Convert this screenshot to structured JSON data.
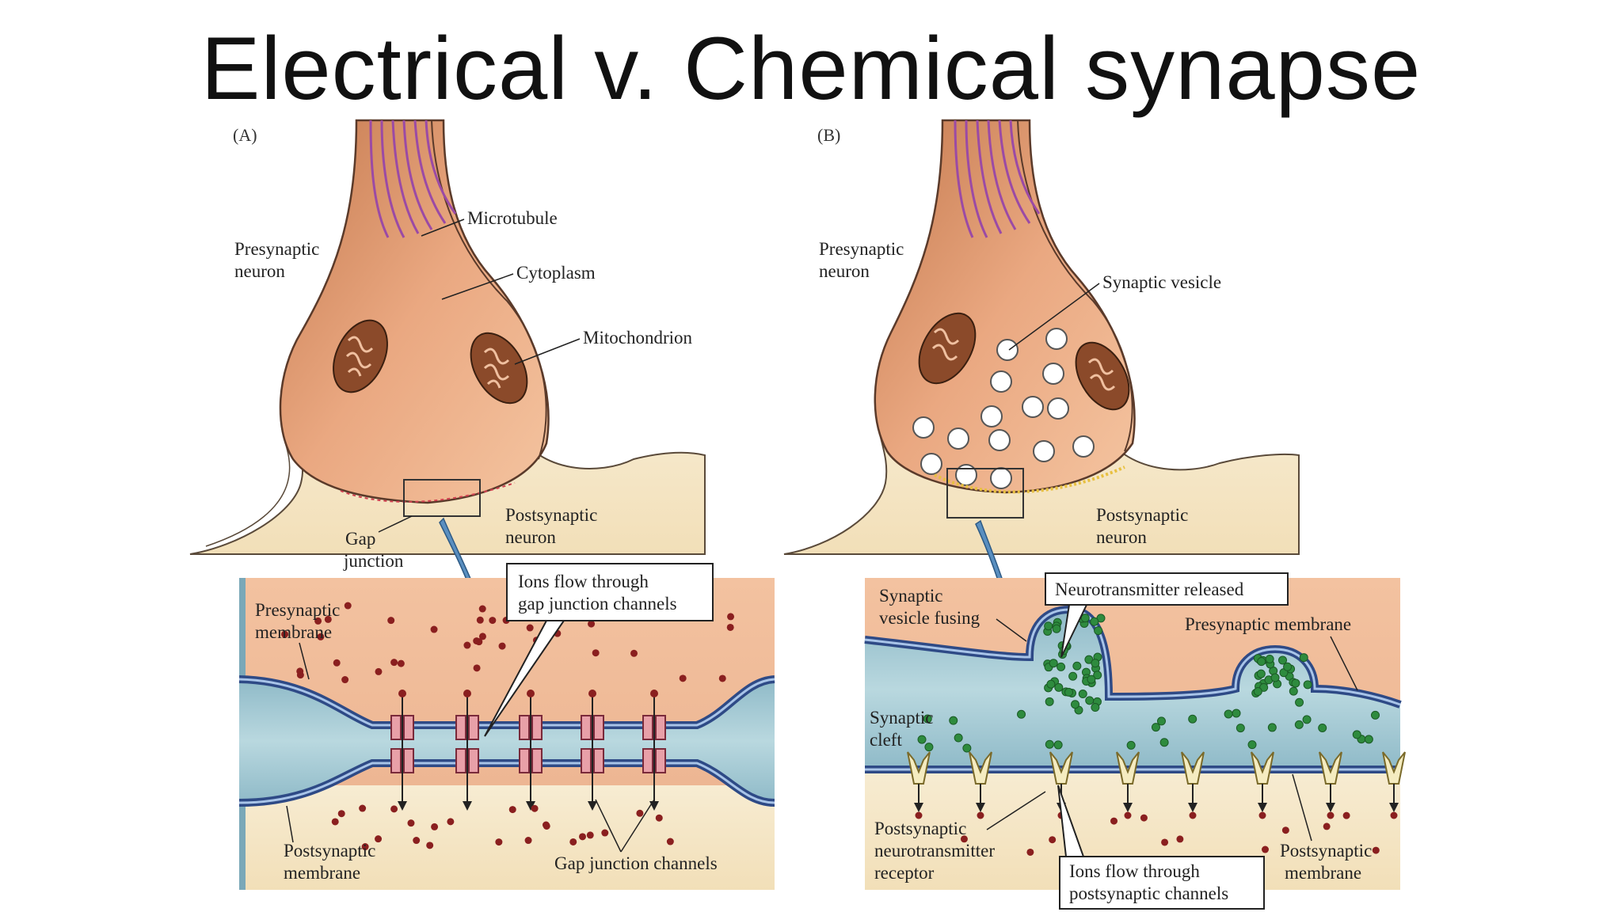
{
  "title": "Electrical v. Chemical synapse",
  "panel_a": {
    "letter": "(A)",
    "labels": {
      "microtubule": "Microtubule",
      "presynaptic_neuron": [
        "Presynaptic",
        "neuron"
      ],
      "cytoplasm": "Cytoplasm",
      "mitochondrion": "Mitochondrion",
      "postsynaptic_neuron": [
        "Postsynaptic",
        "neuron"
      ],
      "gap_junction": [
        "Gap",
        "junction"
      ],
      "presynaptic_membrane": [
        "Presynaptic",
        "membrane"
      ],
      "postsynaptic_membrane": [
        "Postsynaptic",
        "membrane"
      ],
      "gap_junction_channels": "Gap junction channels",
      "ions_flow": [
        "Ions flow through",
        "gap junction channels"
      ]
    }
  },
  "panel_b": {
    "letter": "(B)",
    "labels": {
      "presynaptic_neuron": [
        "Presynaptic",
        "neuron"
      ],
      "synaptic_vesicle": "Synaptic vesicle",
      "postsynaptic_neuron": [
        "Postsynaptic",
        "neuron"
      ],
      "vesicle_fusing": [
        "Synaptic",
        "vesicle fusing"
      ],
      "neurotransmitter_released": "Neurotransmitter released",
      "presynaptic_membrane": "Presynaptic membrane",
      "synaptic_cleft": [
        "Synaptic",
        "cleft"
      ],
      "postsynaptic_receptor": [
        "Postsynaptic",
        "neurotransmitter",
        "receptor"
      ],
      "ions_flow": [
        "Ions flow through",
        "postsynaptic channels"
      ],
      "postsynaptic_membrane": [
        "Postsynaptic",
        "membrane"
      ]
    }
  },
  "colors": {
    "neuron_fill": "#e9a57e",
    "neuron_light": "#f3c9a8",
    "postsyn_fill": "#f5e8c9",
    "cleft_blue": "#9fc8d2",
    "membrane_blue": "#2e4a86",
    "ion_dot": "#8a1f1f",
    "nt_dot": "#2e8b3e",
    "mito": "#8b4a2a",
    "microtubule": "#9b4aa5",
    "arrow_blue": "#5a8fc0"
  }
}
